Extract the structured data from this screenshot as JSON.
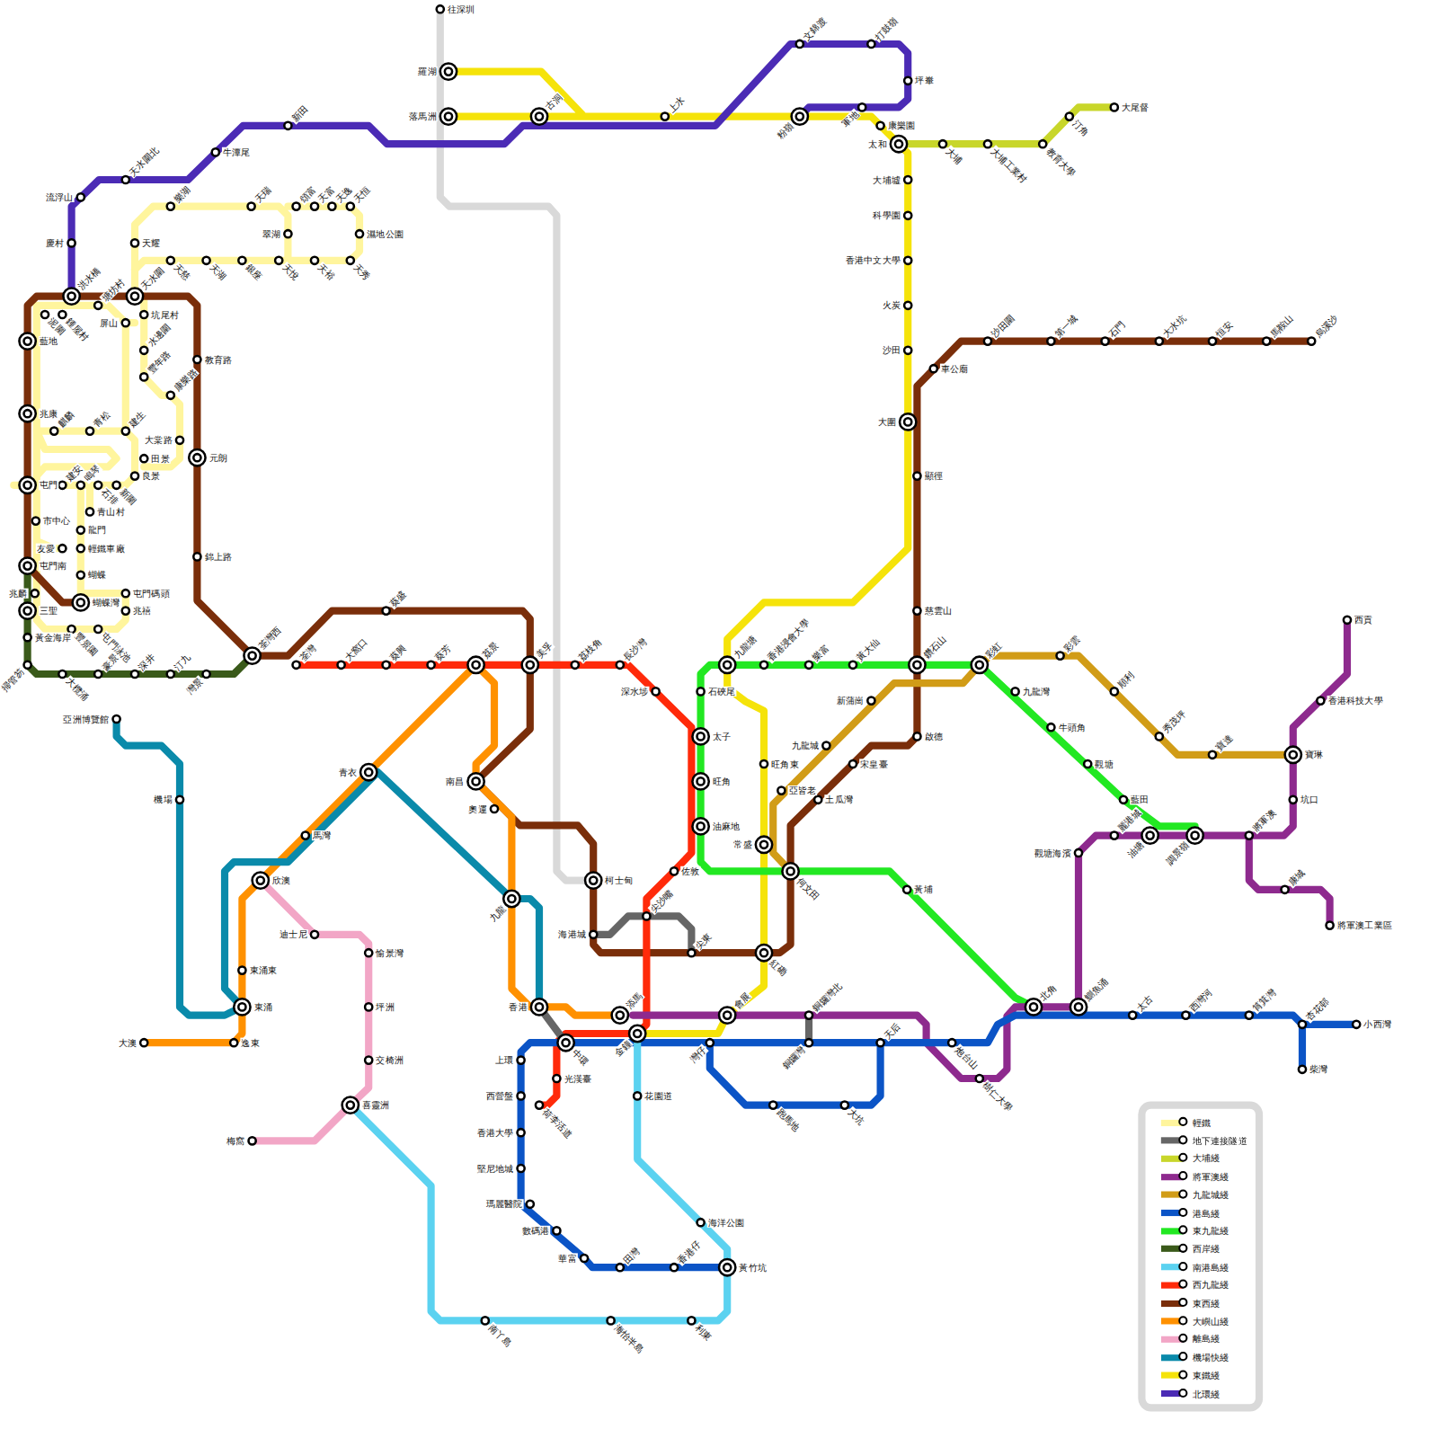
{
  "diagram": {
    "labels": [
      "往深圳",
      "羅湖",
      "落馬洲",
      "古洞",
      "上水",
      "粉嶺",
      "康樂園",
      "太和",
      "大埔墟",
      "科學園",
      "香港中文大學",
      "火炭",
      "沙田",
      "大圍",
      "旺角東",
      "常盛",
      "紅磡",
      "會展",
      "洪水橋",
      "慶村",
      "流浮山",
      "天水圍北",
      "牛潭尾",
      "新田",
      "文錦渡",
      "打鼓嶺",
      "坪輋",
      "軍地",
      "大埔",
      "大埔工業村",
      "教育大學",
      "汀角",
      "大尾督",
      "烏溪沙",
      "馬鞍山",
      "恒安",
      "大水坑",
      "石門",
      "第一城",
      "沙田圍",
      "車公廟",
      "顯徑",
      "慈雲山",
      "鑽石山",
      "啟德",
      "宋皇臺",
      "土瓜灣",
      "何文田",
      "尖東",
      "柯士甸",
      "南昌",
      "美孚",
      "葵盛",
      "荃灣西",
      "錦上路",
      "元朗",
      "教育路",
      "天水圍",
      "藍地",
      "兆康",
      "屯門",
      "屯門南",
      "蝴蝶灣",
      "兆麟",
      "三聖",
      "黃金海岸",
      "掃管笏",
      "大欖涌",
      "豪景",
      "深井",
      "汀九",
      "灣景",
      "荃灣",
      "大窩口",
      "葵興",
      "葵芳",
      "荔景",
      "荔枝角",
      "長沙灣",
      "深水埗",
      "佐敦",
      "尖沙嘴",
      "光漢臺",
      "荷李活道",
      "中環",
      "金鐘",
      "調景嶺",
      "藍田",
      "觀塘",
      "牛頭角",
      "九龍灣",
      "彩虹",
      "黃大仙",
      "樂富",
      "香港浸會大學",
      "九龍塘",
      "石硤尾",
      "太子",
      "旺角",
      "油麻地",
      "黃埔",
      "北角",
      "鰂魚涌",
      "樹仁大學",
      "銅鑼灣北",
      "添馬",
      "觀塘海濱",
      "麗港城",
      "油塘",
      "將軍澳",
      "坑口",
      "寶琳",
      "香港科技大學",
      "西貢",
      "康城",
      "將軍澳工業區",
      "寶達",
      "秀茂坪",
      "順利",
      "彩雲",
      "新蒲崗",
      "九龍城",
      "亞皆老",
      "小西灣",
      "杏花邨",
      "柴灣",
      "筲箕灣",
      "西灣河",
      "太古",
      "炮台山",
      "天后",
      "銅鑼灣",
      "灣仔",
      "上環",
      "西營盤",
      "香港大學",
      "堅尼地城",
      "瑪麗醫院",
      "數碼港",
      "華富",
      "田灣",
      "香港仔",
      "黃竹坑",
      "跑馬地",
      "大坑",
      "花園道",
      "海洋公園",
      "利東",
      "海怡半島",
      "南丫島",
      "喜靈洲",
      "欣澳",
      "迪士尼",
      "愉景灣",
      "坪洲",
      "交椅洲",
      "梅窩",
      "大澳",
      "逸東",
      "東涌",
      "東涌東",
      "馬灣",
      "青衣",
      "奧運",
      "九龍",
      "香港",
      "亞洲博覽館",
      "機場",
      "海港城",
      "天耀",
      "樂湖",
      "天瑞",
      "頌富",
      "天富",
      "天逸",
      "天恒",
      "翠湖",
      "濕地公園",
      "天慈",
      "天湖",
      "銀座",
      "天悅",
      "天裕",
      "天秀",
      "泥圍",
      "鍾屋村",
      "塘坊村",
      "屏山",
      "坑尾村",
      "水邊圍",
      "豐年路",
      "康樂路",
      "大棠路",
      "建生",
      "田景",
      "良景",
      "麒麟",
      "青松",
      "建安",
      "鳴琴",
      "石排",
      "新圍",
      "青山村",
      "市中心",
      "龍門",
      "友愛",
      "輕鐵車廠",
      "蝴蝶",
      "屯門碼頭",
      "兆禧",
      "豐景園",
      "屯門泳池"
    ],
    "legend": [
      {
        "text": "輕鐵",
        "color": "#fff59d"
      },
      {
        "text": "地下連接隧道",
        "color": "#666666"
      },
      {
        "text": "大埔綫",
        "color": "#c8d62a"
      },
      {
        "text": "將軍澳綫",
        "color": "#8e2a8e"
      },
      {
        "text": "九龍城綫",
        "color": "#d19c17"
      },
      {
        "text": "港島綫",
        "color": "#0b54c6"
      },
      {
        "text": "東九龍綫",
        "color": "#22e822"
      },
      {
        "text": "西岸綫",
        "color": "#3a5a1a"
      },
      {
        "text": "南港島綫",
        "color": "#5bd2f0"
      },
      {
        "text": "西九龍綫",
        "color": "#ff2a0a"
      },
      {
        "text": "東西綫",
        "color": "#7a2e0a"
      },
      {
        "text": "大嶼山綫",
        "color": "#ff9100"
      },
      {
        "text": "離島綫",
        "color": "#f2a6c6"
      },
      {
        "text": "機場快綫",
        "color": "#0a8aaa"
      },
      {
        "text": "東鐵綫",
        "color": "#f5e30a"
      },
      {
        "text": "北環綫",
        "color": "#4b2bb5"
      }
    ]
  }
}
